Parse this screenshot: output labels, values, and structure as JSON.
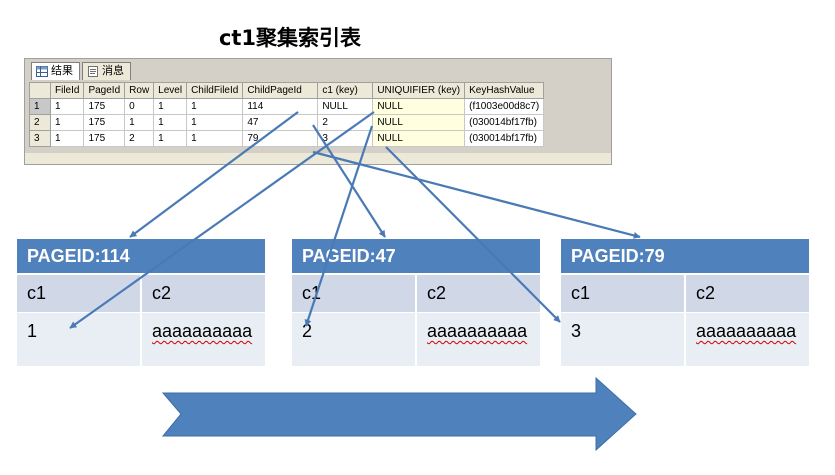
{
  "title": "ct1聚集索引表",
  "tabs": [
    {
      "label": "结果",
      "icon": "grid-icon"
    },
    {
      "label": "消息",
      "icon": "message-icon"
    }
  ],
  "result_grid": {
    "columns": [
      "",
      "FileId",
      "PageId",
      "Row",
      "Level",
      "ChildFileId",
      "ChildPageId",
      "c1 (key)",
      "UNIQUIFIER (key)",
      "KeyHashValue"
    ],
    "rows": [
      [
        "1",
        "1",
        "175",
        "0",
        "1",
        "1",
        "114",
        "NULL",
        "NULL",
        "(f1003e00d8c7)"
      ],
      [
        "2",
        "1",
        "175",
        "1",
        "1",
        "1",
        "47",
        "2",
        "NULL",
        "(030014bf17fb)"
      ],
      [
        "3",
        "1",
        "175",
        "2",
        "1",
        "1",
        "79",
        "3",
        "NULL",
        "(030014bf17fb)"
      ]
    ]
  },
  "pages": [
    {
      "header": "PAGEID:114",
      "col1": "c1",
      "col2": "c2",
      "val1": "1",
      "val2": "aaaaaaaaaa"
    },
    {
      "header": "PAGEID:47",
      "col1": "c1",
      "col2": "c2",
      "val1": "2",
      "val2": "aaaaaaaaaa"
    },
    {
      "header": "PAGEID:79",
      "col1": "c1",
      "col2": "c2",
      "val1": "3",
      "val2": "aaaaaaaaaa"
    }
  ],
  "colors": {
    "page_header": "#4f81bd",
    "arrow": "#4a7ab5",
    "big_arrow": "#4f81bd"
  }
}
